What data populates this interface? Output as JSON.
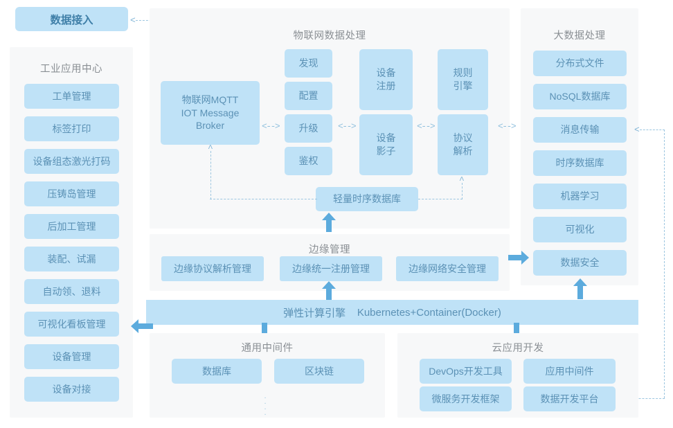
{
  "diagram": {
    "header": {
      "label": "数据接入"
    },
    "panels": {
      "industrial_app_center": {
        "title": "工业应用中心",
        "items": [
          "工单管理",
          "标签打印",
          "设备组态激光打码",
          "压铸岛管理",
          "后加工管理",
          "装配、试漏",
          "自动领、退料",
          "可视化看板管理",
          "设备管理",
          "设备对接"
        ]
      },
      "iot_data_processing": {
        "title": "物联网数据处理",
        "broker": "物联网MQTT\nIOT Message\nBroker",
        "broker_lines": [
          "物联网MQTT",
          "IOT Message",
          "Broker"
        ],
        "column_small": [
          "发现",
          "配置",
          "升级",
          "鉴权"
        ],
        "device_register": "设备\n注册",
        "device_register_lines": [
          "设备",
          "注册"
        ],
        "device_shadow": "设备\n影子",
        "device_shadow_lines": [
          "设备",
          "影子"
        ],
        "rule_engine": "规则\n引擎",
        "rule_engine_lines": [
          "规则",
          "引擎"
        ],
        "protocol_parse": "协议\n解析",
        "protocol_parse_lines": [
          "协议",
          "解析"
        ],
        "lightweight_tsdb": "轻量时序数据库"
      },
      "big_data_processing": {
        "title": "大数据处理",
        "items": [
          "分布式文件",
          "NoSQL数据库",
          "消息传输",
          "时序数据库",
          "机器学习",
          "可视化",
          "数据安全"
        ]
      },
      "edge_management": {
        "title": "边缘管理",
        "items": [
          "边缘协议解析管理",
          "边缘统一注册管理",
          "边缘网络安全管理"
        ]
      },
      "elastic_compute": {
        "label": "弹性计算引擎",
        "tech": "Kubernetes+Container(Docker)"
      },
      "common_middleware": {
        "title": "通用中间件",
        "items": [
          "数据库",
          "区块链"
        ],
        "more_indicator": "⋮"
      },
      "cloud_app_dev": {
        "title": "云应用开发",
        "items": [
          "DevOps开发工具",
          "应用中间件",
          "微服务开发框架",
          "数据开发平台"
        ]
      }
    },
    "connectors": {
      "bidirectional_glyph": "<-->",
      "arrow_left_glyph": "<",
      "arrow_down_glyph": "v",
      "arrow_up_glyph": "^"
    },
    "colors": {
      "box_fill": "#bfe2f7",
      "panel_bg": "#f7f8f9",
      "box_text": "#5b91b5",
      "title_text": "#8a8f94",
      "arrow_solid": "#5cabdd",
      "dashed_line": "#9cc6e0",
      "header_text": "#3f7fa8"
    }
  }
}
